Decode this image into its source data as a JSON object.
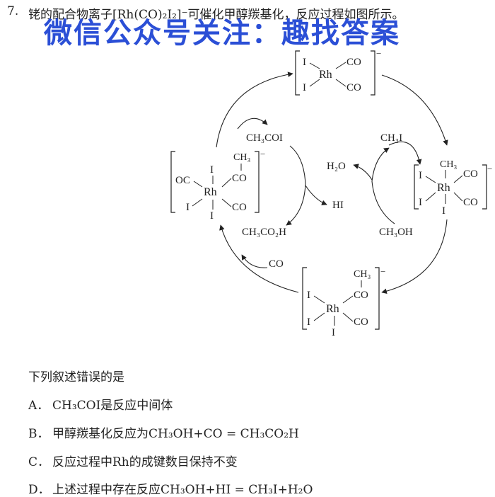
{
  "question": {
    "number": "7.",
    "stem": "铑的配合物离子[Rh(CO)₂I₂]⁻可催化甲醇羰基化，反应过程如图所示。",
    "watermark": "微信公众号关注：趣找答案",
    "prompt": "下列叙述错误的是"
  },
  "diagram": {
    "species": {
      "ch3coi": "CH₃COI",
      "h2o": "H₂O",
      "hi": "HI",
      "ch3co2h": "CH₃CO₂H",
      "ch3i": "CH₃I",
      "ch3oh": "CH₃OH",
      "co": "CO"
    },
    "complex_labels": {
      "rh": "Rh",
      "i": "I",
      "co": "CO",
      "oc": "OC",
      "ch3": "CH₃",
      "charge": "−"
    }
  },
  "options": [
    {
      "label": "A．",
      "text": "CH₃COI是反应中间体"
    },
    {
      "label": "B．",
      "text": "甲醇羰基化反应为CH₃OH+CO = CH₃CO₂H"
    },
    {
      "label": "C．",
      "text": "反应过程中Rh的成键数目保持不变"
    },
    {
      "label": "D．",
      "text": "上述过程中存在反应CH₃OH+HI = CH₃I+H₂O"
    }
  ]
}
